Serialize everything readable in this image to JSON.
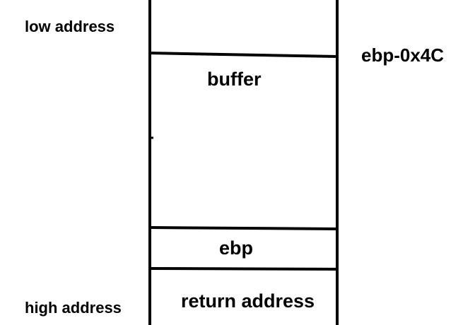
{
  "side_labels": {
    "low_address": "low address",
    "high_address": "high address"
  },
  "offset_label": "ebp-0x4C",
  "stack_cells": {
    "buffer": "buffer",
    "ebp": "ebp",
    "return_address": "return address"
  },
  "colors": {
    "line": "#000000",
    "text": "#000000",
    "background": "#ffffff"
  }
}
